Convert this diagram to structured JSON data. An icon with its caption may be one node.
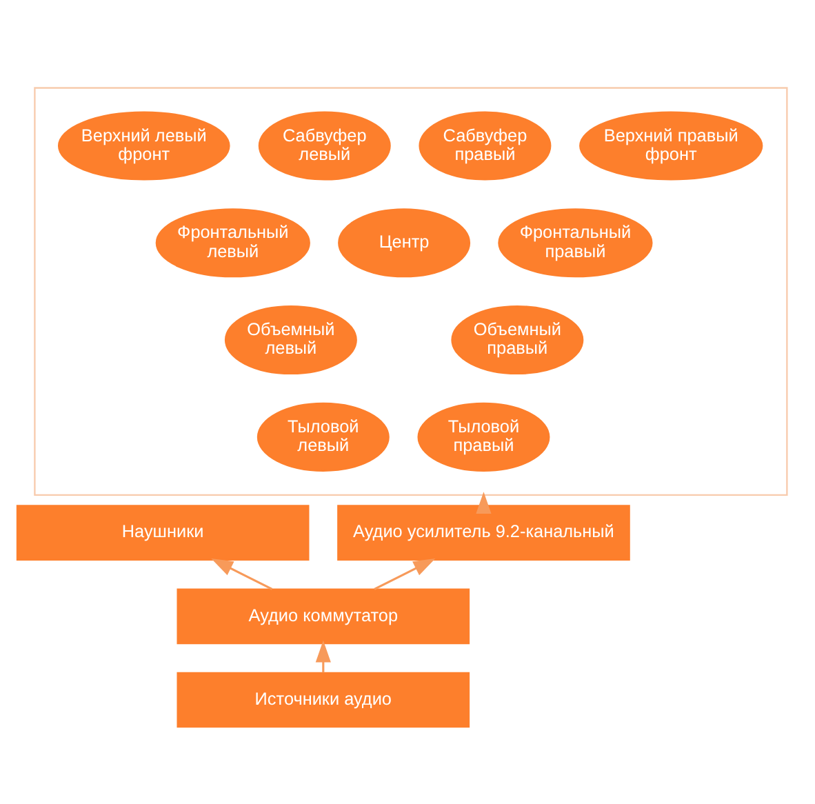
{
  "diagram": {
    "nodes": [
      {
        "text": [],
        "shape": "box"
      },
      {
        "text": [
          "Верхний левый фронт"
        ],
        "in": 0
      },
      {
        "text": [
          "Сабвуфер левый"
        ],
        "in": 0
      },
      {
        "text": [
          "Сабвуфер правый"
        ],
        "in": 0
      },
      {
        "text": [
          "Верхний правый фронт"
        ],
        "in": 0
      },
      {
        "text": [
          "Фронтальный левый"
        ],
        "in": 0
      },
      {
        "text": [
          "Центр"
        ],
        "in": 0
      },
      {
        "text": [
          "Фронтальный правый"
        ],
        "in": 0
      },
      {
        "text": [
          "Объемный левый"
        ],
        "in": 0
      },
      {
        "text": [
          "Объемный правый"
        ],
        "in": 0
      },
      {
        "text": [
          "Тыловой левый"
        ],
        "in": 0
      },
      {
        "text": [
          "Тыловой правый"
        ],
        "in": 0
      },
      {
        "text": [
          "Наушники"
        ]
      },
      {
        "text": [
          "Аудио усилитель 9.2-канальный"
        ]
      },
      {
        "text": [
          "Аудио коммутатор"
        ]
      },
      {
        "text": [
          "Источники аудио"
        ]
      }
    ],
    "edges": [
      {
        "from": 15,
        "to": 14,
        "arrow": "to"
      },
      {
        "from": 14,
        "to": 12,
        "arrow": "to"
      },
      {
        "from": 14,
        "to": 13,
        "arrow": "to"
      },
      {
        "from": 13,
        "to": 0,
        "arrow": "to"
      }
    ]
  }
}
